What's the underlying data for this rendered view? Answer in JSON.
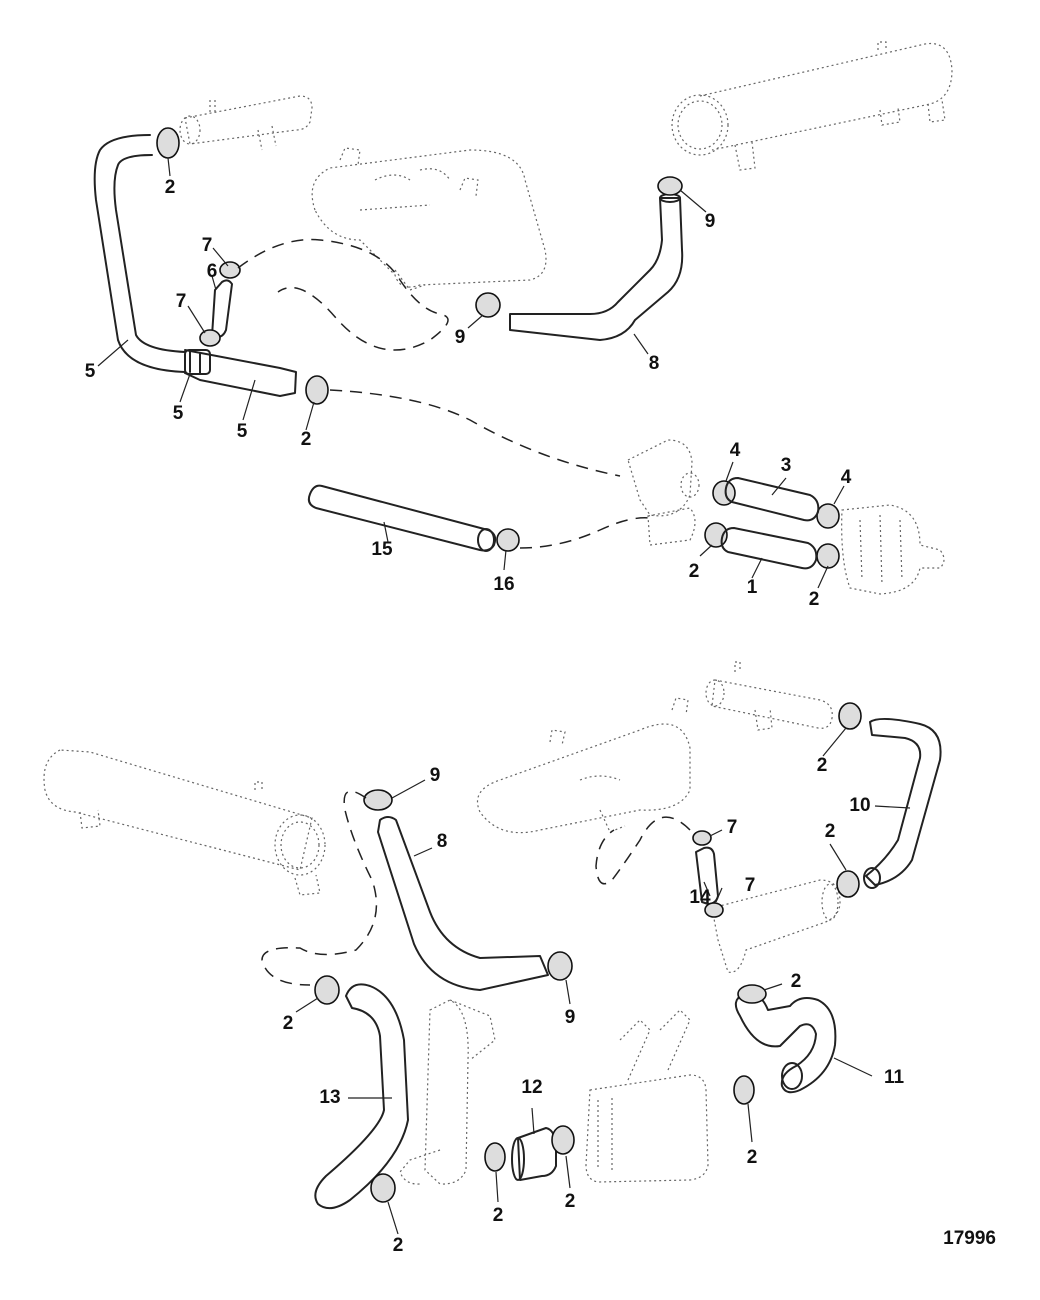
{
  "figure_number": "17996",
  "callouts": {
    "upper": [
      "2",
      "7",
      "6",
      "7",
      "5",
      "5",
      "5",
      "2",
      "9",
      "9",
      "8",
      "4",
      "3",
      "4",
      "15",
      "16",
      "2",
      "1",
      "2"
    ],
    "lower": [
      "9",
      "8",
      "2",
      "2",
      "10",
      "7",
      "14",
      "7",
      "2",
      "11",
      "2",
      "9",
      "13",
      "12",
      "2",
      "2",
      "2",
      "2"
    ]
  }
}
